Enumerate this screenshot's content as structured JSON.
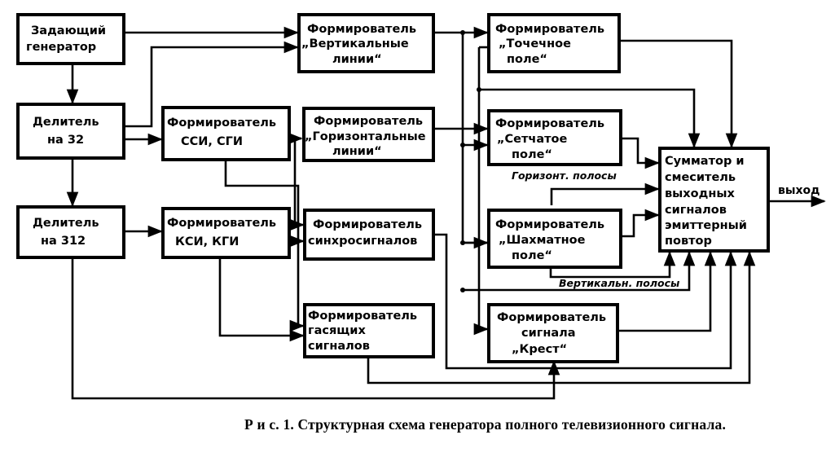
{
  "figure": {
    "caption": "Р и с.  1.  Структурная схема генератора полного телевизионного сигнала."
  },
  "blocks": {
    "master_gen": [
      "Задающий",
      "генератор"
    ],
    "div32": [
      "Делитель",
      "на 32"
    ],
    "div312": [
      "Делитель",
      "на 312"
    ],
    "vert_lines": [
      "Формирователь",
      "„Вертикальные",
      "линии“"
    ],
    "ssi_sgi": [
      "Формирователь",
      "ССИ, СГИ"
    ],
    "ksi_kgi": [
      "Формирователь",
      "КСИ, КГИ"
    ],
    "horiz_lines": [
      "Формирователь",
      "„Горизонтальные",
      "линии“"
    ],
    "sync": [
      "Формирователь",
      "синхросигналов"
    ],
    "blanking": [
      "Формирователь",
      "гасящих",
      "сигналов"
    ],
    "dot_field": [
      "Формирователь",
      "„Точечное",
      "поле“"
    ],
    "grid_field": [
      "Формирователь",
      "„Сетчатое",
      "поле“"
    ],
    "checker_field": [
      "Формирователь",
      "„Шахматное",
      "поле“"
    ],
    "cross": [
      "Формирователь",
      "сигнала",
      "„Крест“"
    ],
    "summator": [
      "Сумматор и",
      "смеситель",
      "выходных",
      "сигналов",
      "эмиттерный",
      "повтор"
    ]
  },
  "labels": {
    "horiz_bars": "Горизонт. полосы",
    "vert_bars": "Вертикальн. полосы",
    "output": "выход"
  }
}
